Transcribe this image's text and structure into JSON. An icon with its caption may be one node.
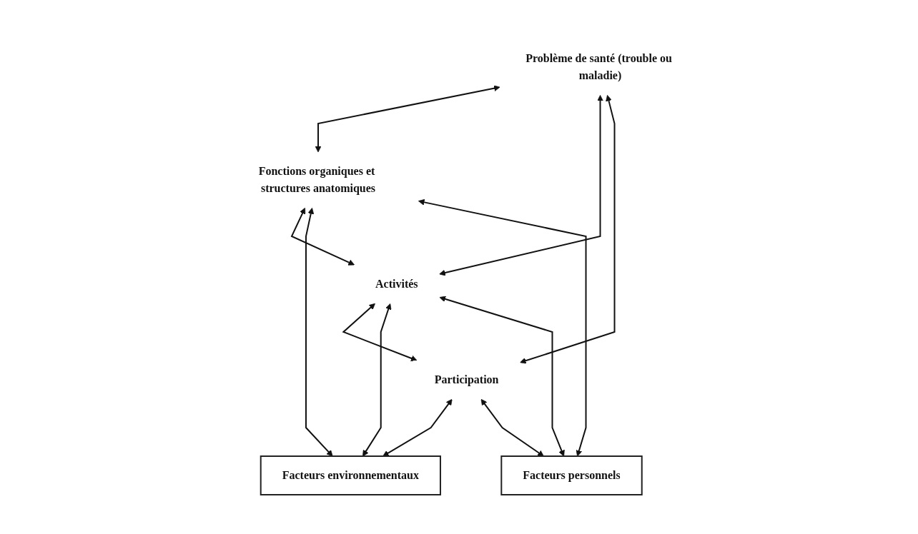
{
  "diagram": {
    "nodes": [
      {
        "text": [
          "Problème de santé (trouble ou maladie)"
        ]
      },
      {
        "text": [
          "Fonctions organiques et structures anatomiques"
        ]
      },
      {
        "text": [
          "Activités"
        ]
      },
      {
        "text": [
          "Participation"
        ]
      },
      {
        "text": [
          "Facteurs environnementaux"
        ]
      },
      {
        "text": [
          "Facteurs personnels"
        ]
      }
    ],
    "edges": [
      {
        "from": 0,
        "to": 1,
        "arrow": "both"
      },
      {
        "from": 0,
        "to": 2,
        "arrow": "both"
      },
      {
        "from": 0,
        "to": 3,
        "arrow": "both"
      },
      {
        "from": 1,
        "to": 2,
        "arrow": "both"
      },
      {
        "from": 2,
        "to": 3,
        "arrow": "both"
      },
      {
        "from": 1,
        "to": 4,
        "arrow": "both"
      },
      {
        "from": 2,
        "to": 4,
        "arrow": "both"
      },
      {
        "from": 3,
        "to": 4,
        "arrow": "both"
      },
      {
        "from": 1,
        "to": 5,
        "arrow": "both"
      },
      {
        "from": 2,
        "to": 5,
        "arrow": "both"
      },
      {
        "from": 3,
        "to": 5,
        "arrow": "both"
      }
    ]
  }
}
